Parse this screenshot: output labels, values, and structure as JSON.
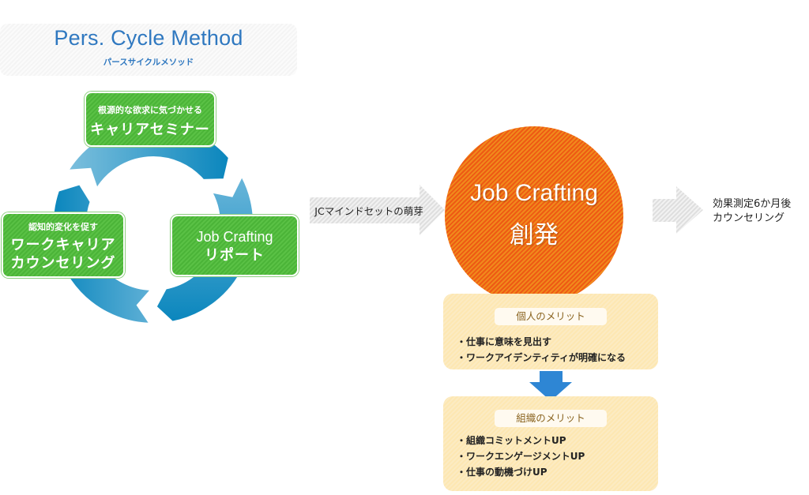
{
  "title": {
    "main": "Pers. Cycle Method",
    "sub": "パースサイクルメソッド"
  },
  "cycle": {
    "steps": [
      {
        "id": "seminar",
        "small": "根源的な欲求に気づかせる",
        "large": "キャリアセミナー"
      },
      {
        "id": "report",
        "small": "",
        "large_line1": "Job Crafting",
        "large_line2": "リポート"
      },
      {
        "id": "counseling",
        "small": "認知的変化を促す",
        "large_line1": "ワークキャリア",
        "large_line2": "カウンセリング"
      }
    ]
  },
  "flow": {
    "arrow1_label": "JCマインドセットの萌芽",
    "center": {
      "line1": "Job Crafting",
      "line2": "創発"
    },
    "arrow2_label_line1": "効果測定6か月後",
    "arrow2_label_line2": "カウンセリング"
  },
  "merits": {
    "individual": {
      "heading": "個人のメリット",
      "items": [
        "・仕事に意味を見出す",
        "・ワークアイデンティティが明確になる"
      ]
    },
    "organization": {
      "heading": "組織のメリット",
      "items": [
        "・組織コミットメントUP",
        "・ワークエンゲージメントUP",
        "・仕事の動機づけUP"
      ]
    }
  },
  "colors": {
    "title_blue": "#2f78c0",
    "ring_dark": "#0a86bd",
    "ring_light": "#6ab6da",
    "green": "#52bb3f",
    "orange": "#ef6e18",
    "merit_bg": "#fde7b2",
    "merit_heading": "#8a6420",
    "down_arrow": "#2e86d4"
  }
}
